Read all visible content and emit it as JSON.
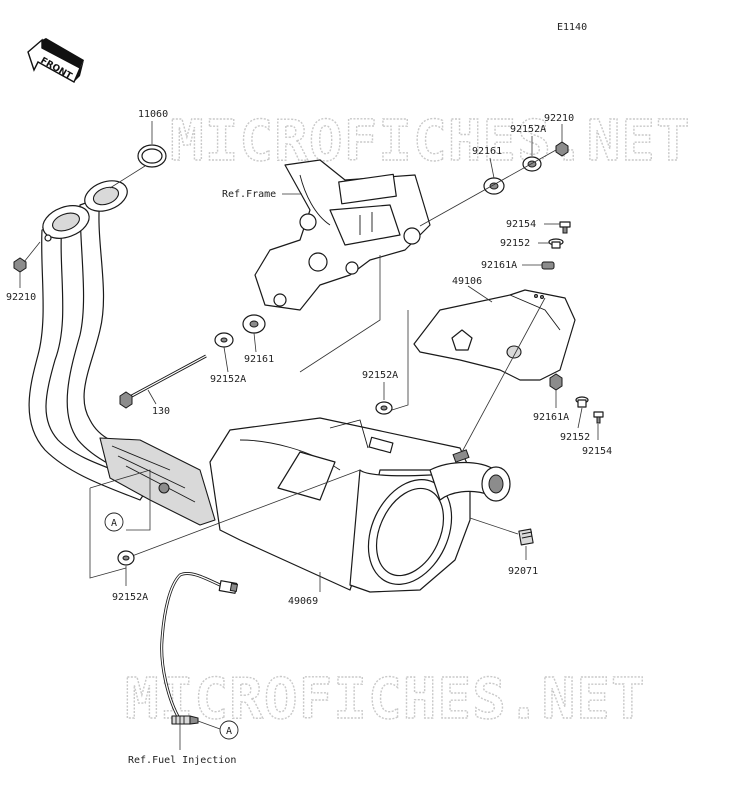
{
  "diagram": {
    "code": "E1140",
    "front_label": "FRONT",
    "watermark_top": "MICROFICHES.NET",
    "watermark_bottom": "MICROFICHES.NET",
    "callout_letter": "A",
    "parts": {
      "p11060": "11060",
      "p92210_left": "92210",
      "p92210_right": "92210",
      "p92152A_top": "92152A",
      "p92161_top": "92161",
      "ref_frame": "Ref.Frame",
      "p92154_top": "92154",
      "p92152_top": "92152",
      "p92161A_top": "92161A",
      "p49106": "49106",
      "p92161_mid": "92161",
      "p92152A_mid": "92152A",
      "p130": "130",
      "p92152A_right": "92152A",
      "p92161A_bottom": "92161A",
      "p92152_bottom": "92152",
      "p92154_bottom": "92154",
      "p92152A_left": "92152A",
      "p49069": "49069",
      "p92071": "92071",
      "ref_fuel": "Ref.Fuel Injection"
    }
  }
}
